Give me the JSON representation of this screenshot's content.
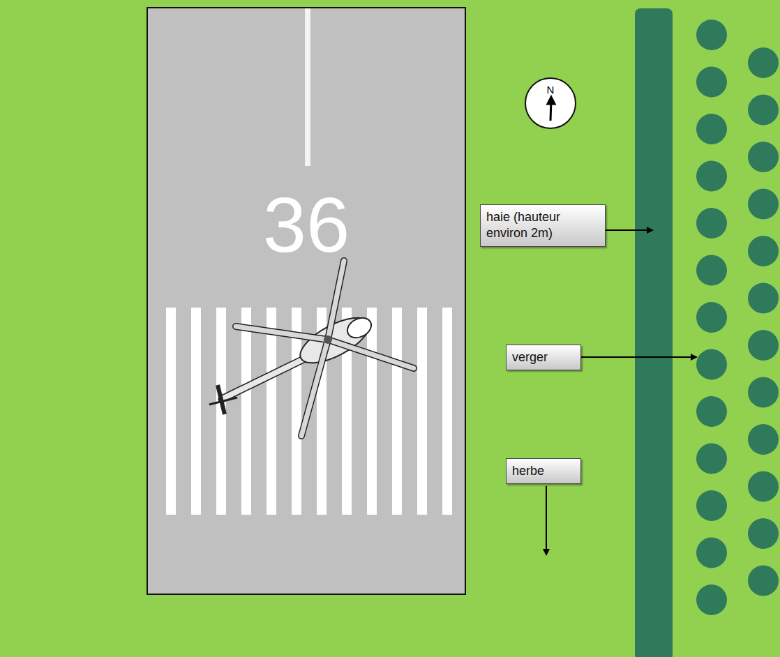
{
  "diagram": {
    "nodes": [
      {
        "text": [
          "36"
        ]
      },
      {
        "text": [
          "N"
        ]
      },
      {
        "text": [
          "haie (hauteur environ 2m)"
        ]
      },
      {
        "text": [
          "verger"
        ]
      },
      {
        "text": [
          "herbe"
        ]
      }
    ]
  }
}
